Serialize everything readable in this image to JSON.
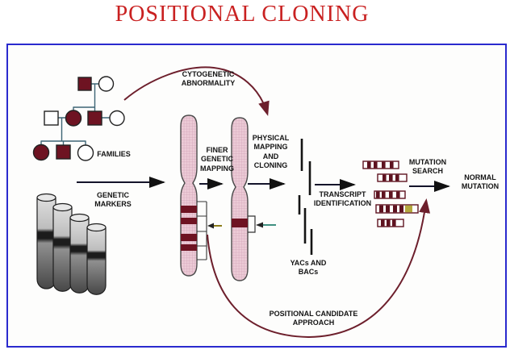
{
  "title": "POSITIONAL CLONING",
  "diagram": {
    "families_label": "FAMILIES",
    "genetic_markers_label": "GENETIC MARKERS",
    "cytogenetic_label": "CYTOGENETIC ABNORMALITY",
    "finer_mapping_label": "FINER GENETIC MAPPING",
    "physical_mapping_label": "PHYSICAL MAPPING AND CLONING",
    "transcript_label": "TRANSCRIPT IDENTIFICATION",
    "yacs_label": "YACs AND BACs",
    "mutation_search_label": "MUTATION SEARCH",
    "normal_mutation_label": "NORMAL MUTATION",
    "positional_label": "POSITIONAL CANDIDATE APPROACH",
    "colors": {
      "title_red": "#c92121",
      "border_blue": "#2a2ace",
      "maroon_fill": "#6e1322",
      "chromosome_pink": "#eccbd6",
      "curve_dark_red": "#6d1f2c",
      "olive_arrow": "#8c7d1a",
      "teal_arrow": "#3f9080",
      "flow_arrow_black": "#14142a"
    }
  }
}
